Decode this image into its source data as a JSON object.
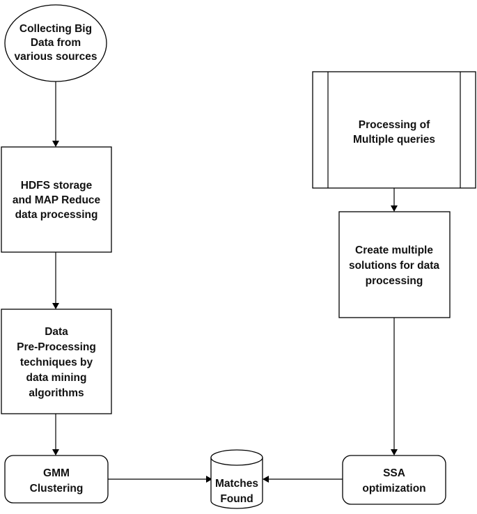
{
  "nodes": {
    "collect": {
      "lines": [
        "Collecting  Big",
        "Data from",
        "various sources"
      ],
      "shape": "ellipse"
    },
    "hdfs": {
      "lines": [
        "HDFS storage",
        "and  MAP Reduce",
        "data processing"
      ],
      "shape": "rectangle"
    },
    "preprocess": {
      "lines": [
        "Data",
        "Pre-Processing",
        "techniques by",
        "data mining",
        "algorithms"
      ],
      "shape": "rectangle"
    },
    "gmm": {
      "lines": [
        "GMM",
        "Clustering"
      ],
      "shape": "rounded-rectangle"
    },
    "matches": {
      "lines": [
        "Matches",
        "Found"
      ],
      "shape": "cylinder"
    },
    "queries": {
      "lines": [
        "Processing of",
        "Multiple queries"
      ],
      "shape": "process"
    },
    "solutions": {
      "lines": [
        "Create multiple",
        "solutions for data",
        "processing"
      ],
      "shape": "rectangle"
    },
    "ssa": {
      "lines": [
        "SSA",
        "optimization"
      ],
      "shape": "rounded-rectangle"
    }
  },
  "edges": [
    {
      "from": "collect",
      "to": "hdfs"
    },
    {
      "from": "hdfs",
      "to": "preprocess"
    },
    {
      "from": "preprocess",
      "to": "gmm"
    },
    {
      "from": "gmm",
      "to": "matches"
    },
    {
      "from": "queries",
      "to": "solutions"
    },
    {
      "from": "solutions",
      "to": "ssa"
    },
    {
      "from": "ssa",
      "to": "matches"
    }
  ],
  "colors": {
    "stroke": "#000000",
    "fill": "#ffffff",
    "text": "#111111"
  }
}
